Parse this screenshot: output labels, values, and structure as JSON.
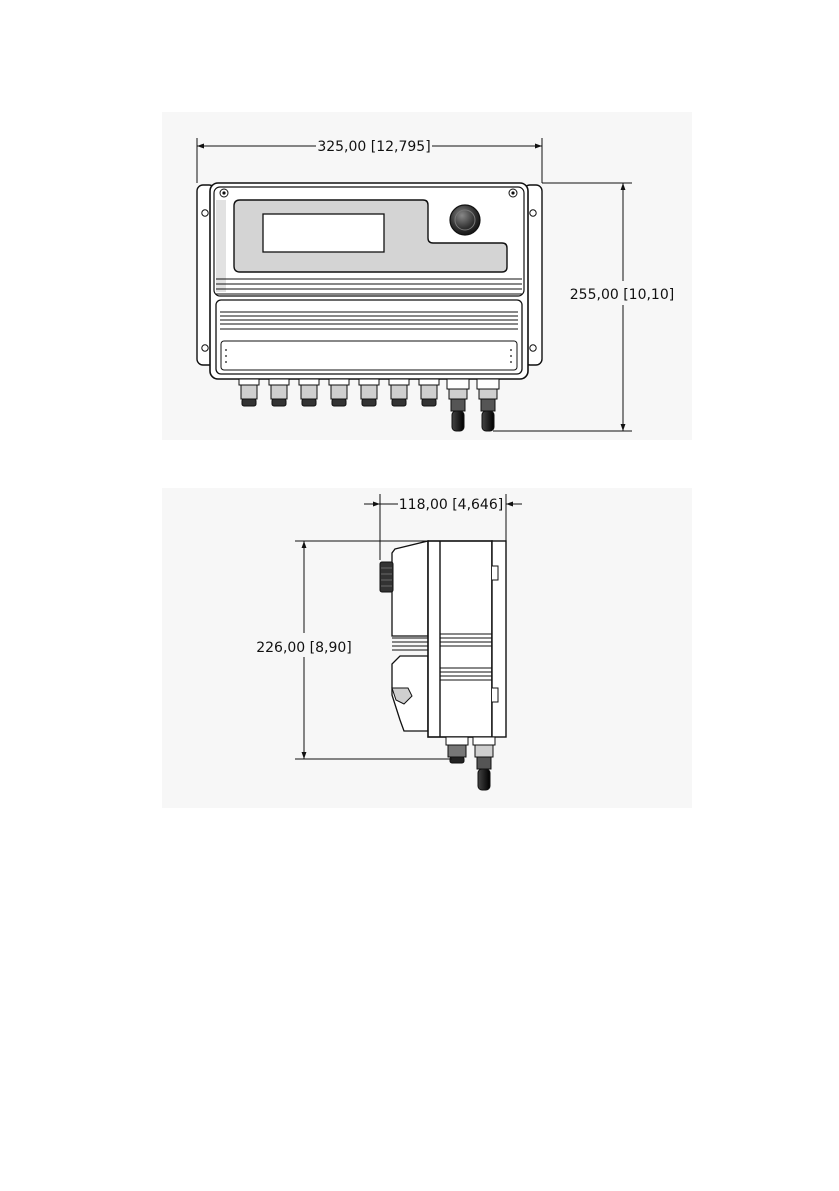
{
  "front_view": {
    "width_dimension": "325,00 [12,795]",
    "height_dimension": "255,00 [10,10]"
  },
  "side_view": {
    "depth_dimension": "118,00 [4,646]",
    "height_dimension": "226,00 [8,90]"
  },
  "colors": {
    "line": "#111111",
    "panel_gray": "#d6d6d6",
    "housing_white": "#ffffff",
    "shade": "#cfcfcf",
    "background_tint": "#f6f6f6"
  }
}
